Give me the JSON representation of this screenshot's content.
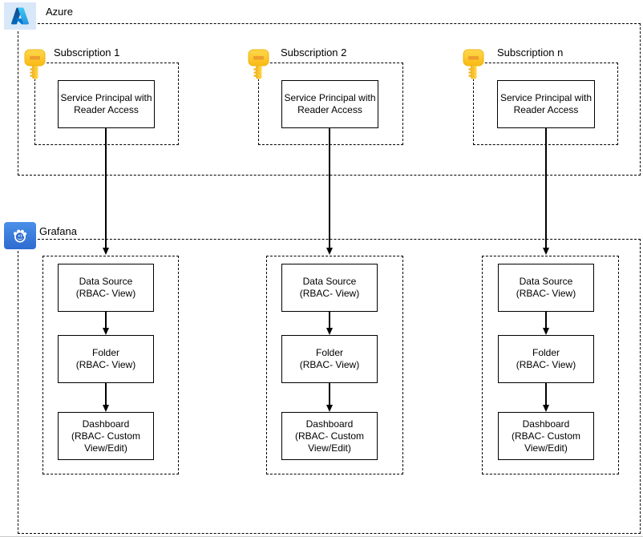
{
  "colors": {
    "line": "#000000",
    "azure_icon_bg": "#d9e8f8",
    "azure_blue": "#2a7de1",
    "grafana_blue": "#2e6bd0",
    "key_gold": "#ffc82e",
    "key_slot": "#ed9d2d"
  },
  "azure": {
    "label": "Azure",
    "subscriptions": [
      {
        "label": "Subscription 1",
        "service_principal": "Service Principal with\nReader Access"
      },
      {
        "label": "Subscription 2",
        "service_principal": "Service Principal with\nReader Access"
      },
      {
        "label": "Subscription n",
        "service_principal": "Service Principal with\nReader Access"
      }
    ]
  },
  "grafana": {
    "label": "Grafana",
    "columns": [
      {
        "data_source": "Data Source\n(RBAC- View)",
        "folder": "Folder\n(RBAC- View)",
        "dashboard": "Dashboard\n(RBAC- Custom\nView/Edit)"
      },
      {
        "data_source": "Data Source\n(RBAC- View)",
        "folder": "Folder\n(RBAC- View)",
        "dashboard": "Dashboard\n(RBAC- Custom\nView/Edit)"
      },
      {
        "data_source": "Data Source\n(RBAC- View)",
        "folder": "Folder\n(RBAC- View)",
        "dashboard": "Dashboard\n(RBAC- Custom\nView/Edit)"
      }
    ]
  }
}
